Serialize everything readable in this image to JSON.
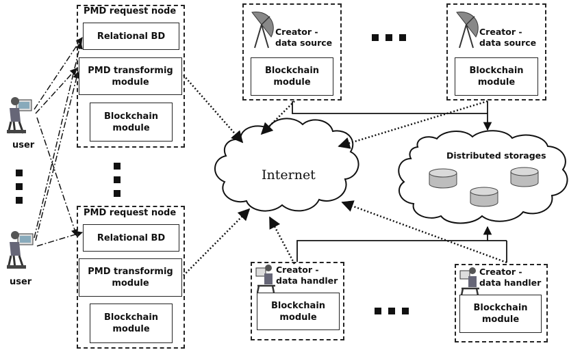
{
  "request_nodes": [
    {
      "title": "PMD request node",
      "db": "Relational BD",
      "transform": "PMD transformig\nmodule",
      "blockchain": "Blockchain\nmodule"
    },
    {
      "title": "PMD request node",
      "db": "Relational BD",
      "transform": "PMD transformig\nmodule",
      "blockchain": "Blockchain\nmodule"
    }
  ],
  "users": [
    {
      "label": "user"
    },
    {
      "label": "user"
    }
  ],
  "data_sources": [
    {
      "title": "Creator -\ndata source",
      "blockchain": "Blockchain\nmodule"
    },
    {
      "title": "Creator -\ndata source",
      "blockchain": "Blockchain\nmodule"
    }
  ],
  "data_handlers": [
    {
      "title": "Creator -\ndata handler",
      "blockchain": "Blockchain\nmodule"
    },
    {
      "title": "Creator -\ndata handler",
      "blockchain": "Blockchain\nmodule"
    }
  ],
  "internet_label": "Internet",
  "storage_label": "Distributed storages",
  "icons": [
    "user-workstation-icon",
    "satellite-dish-icon",
    "operator-workstation-icon",
    "database-cylinder-icon"
  ],
  "colors": {
    "line": "#111111",
    "cylinder": "#bdbdbd"
  }
}
